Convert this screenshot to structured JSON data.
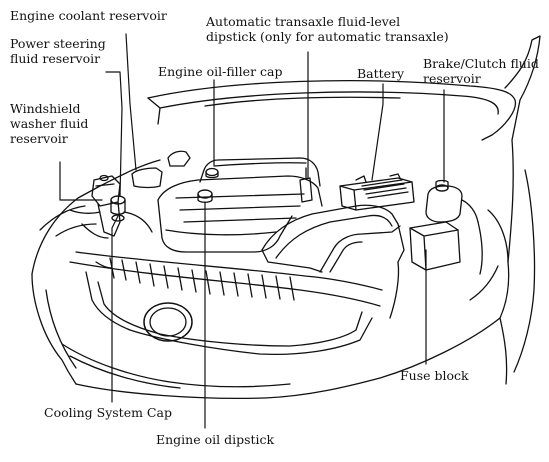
{
  "labels": {
    "engine_coolant_reservoir": "Engine coolant reservoir",
    "power_steering_line1": "Power steering",
    "power_steering_line2": "fluid reservoir",
    "windshield_line1": "Windshield",
    "windshield_line2": "washer fluid",
    "windshield_line3": "reservoir",
    "atx_line1": "Automatic transaxle fluid-level",
    "atx_line2": "dipstick (only for automatic transaxle)",
    "oil_filler_cap": "Engine oil-filler cap",
    "battery": "Battery",
    "brake_line1": "Brake/Clutch fluid",
    "brake_line2": "reservoir",
    "fuse_block": "Fuse block",
    "cooling_system_cap": "Cooling System Cap",
    "engine_oil_dipstick": "Engine oil dipstick"
  },
  "colors": {
    "ink": "#111111",
    "paper": "#ffffff"
  }
}
